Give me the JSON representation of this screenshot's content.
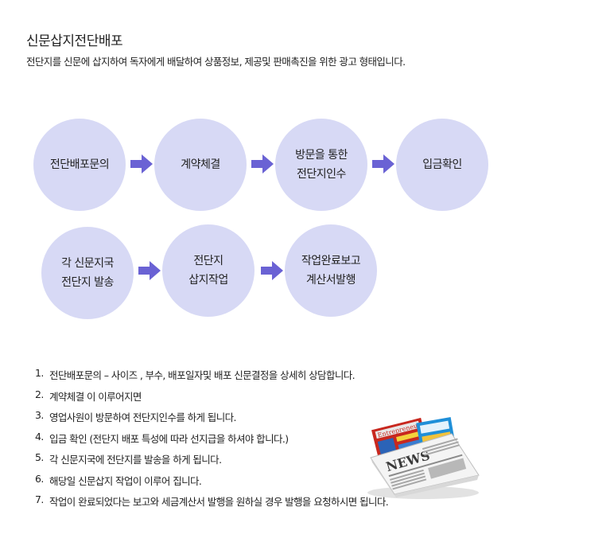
{
  "header": {
    "title": "신문삽지전단배포",
    "subtitle": "전단지를 신문에 삽지하여 독자에게 배달하여 상품정보, 제공및 판매촉진을 위한 광고 형태입니다."
  },
  "flow": {
    "row1": [
      "전단배포문의",
      "계약체결",
      "방문을 통한\n전단지인수",
      "입금확인"
    ],
    "row2": [
      "각 신문지국\n전단지 발송",
      "전단지\n삽지작업",
      "작업완료보고\n계산서발행"
    ]
  },
  "steps": [
    {
      "num": "1.",
      "text": "전단배포문의 – 사이즈 , 부수, 배포일자및 배포 신문결정을 상세히 상담합니다."
    },
    {
      "num": "2.",
      "text": "계약체결 이 이루어지면"
    },
    {
      "num": "3.",
      "text": "영업사원이 방문하여  전단지인수를 하게 됩니다."
    },
    {
      "num": "4.",
      "text": "입금 확인 (전단지 배포 특성에 따라 선지급을 하셔야 합니다.)"
    },
    {
      "num": "5.",
      "text": "각 신문지국에 전단지를 발송을 하게 됩니다."
    },
    {
      "num": "6.",
      "text": "해당일 신문삽지 작업이 이루어 집니다."
    },
    {
      "num": "7.",
      "text": "작업이 완료되었다는 보고와  세금계산서 발행을 원하실 경우 발행을 요청하시면 됩니다."
    }
  ],
  "image": {
    "newspaper_headline": "NEWS",
    "magazine_title": "Entrepreneur"
  },
  "colors": {
    "circle": "#d7d9f5",
    "arrow": "#6a62d4"
  },
  "icons": {
    "arrow": "right-arrow-icon",
    "newspaper": "newspaper-icon"
  }
}
